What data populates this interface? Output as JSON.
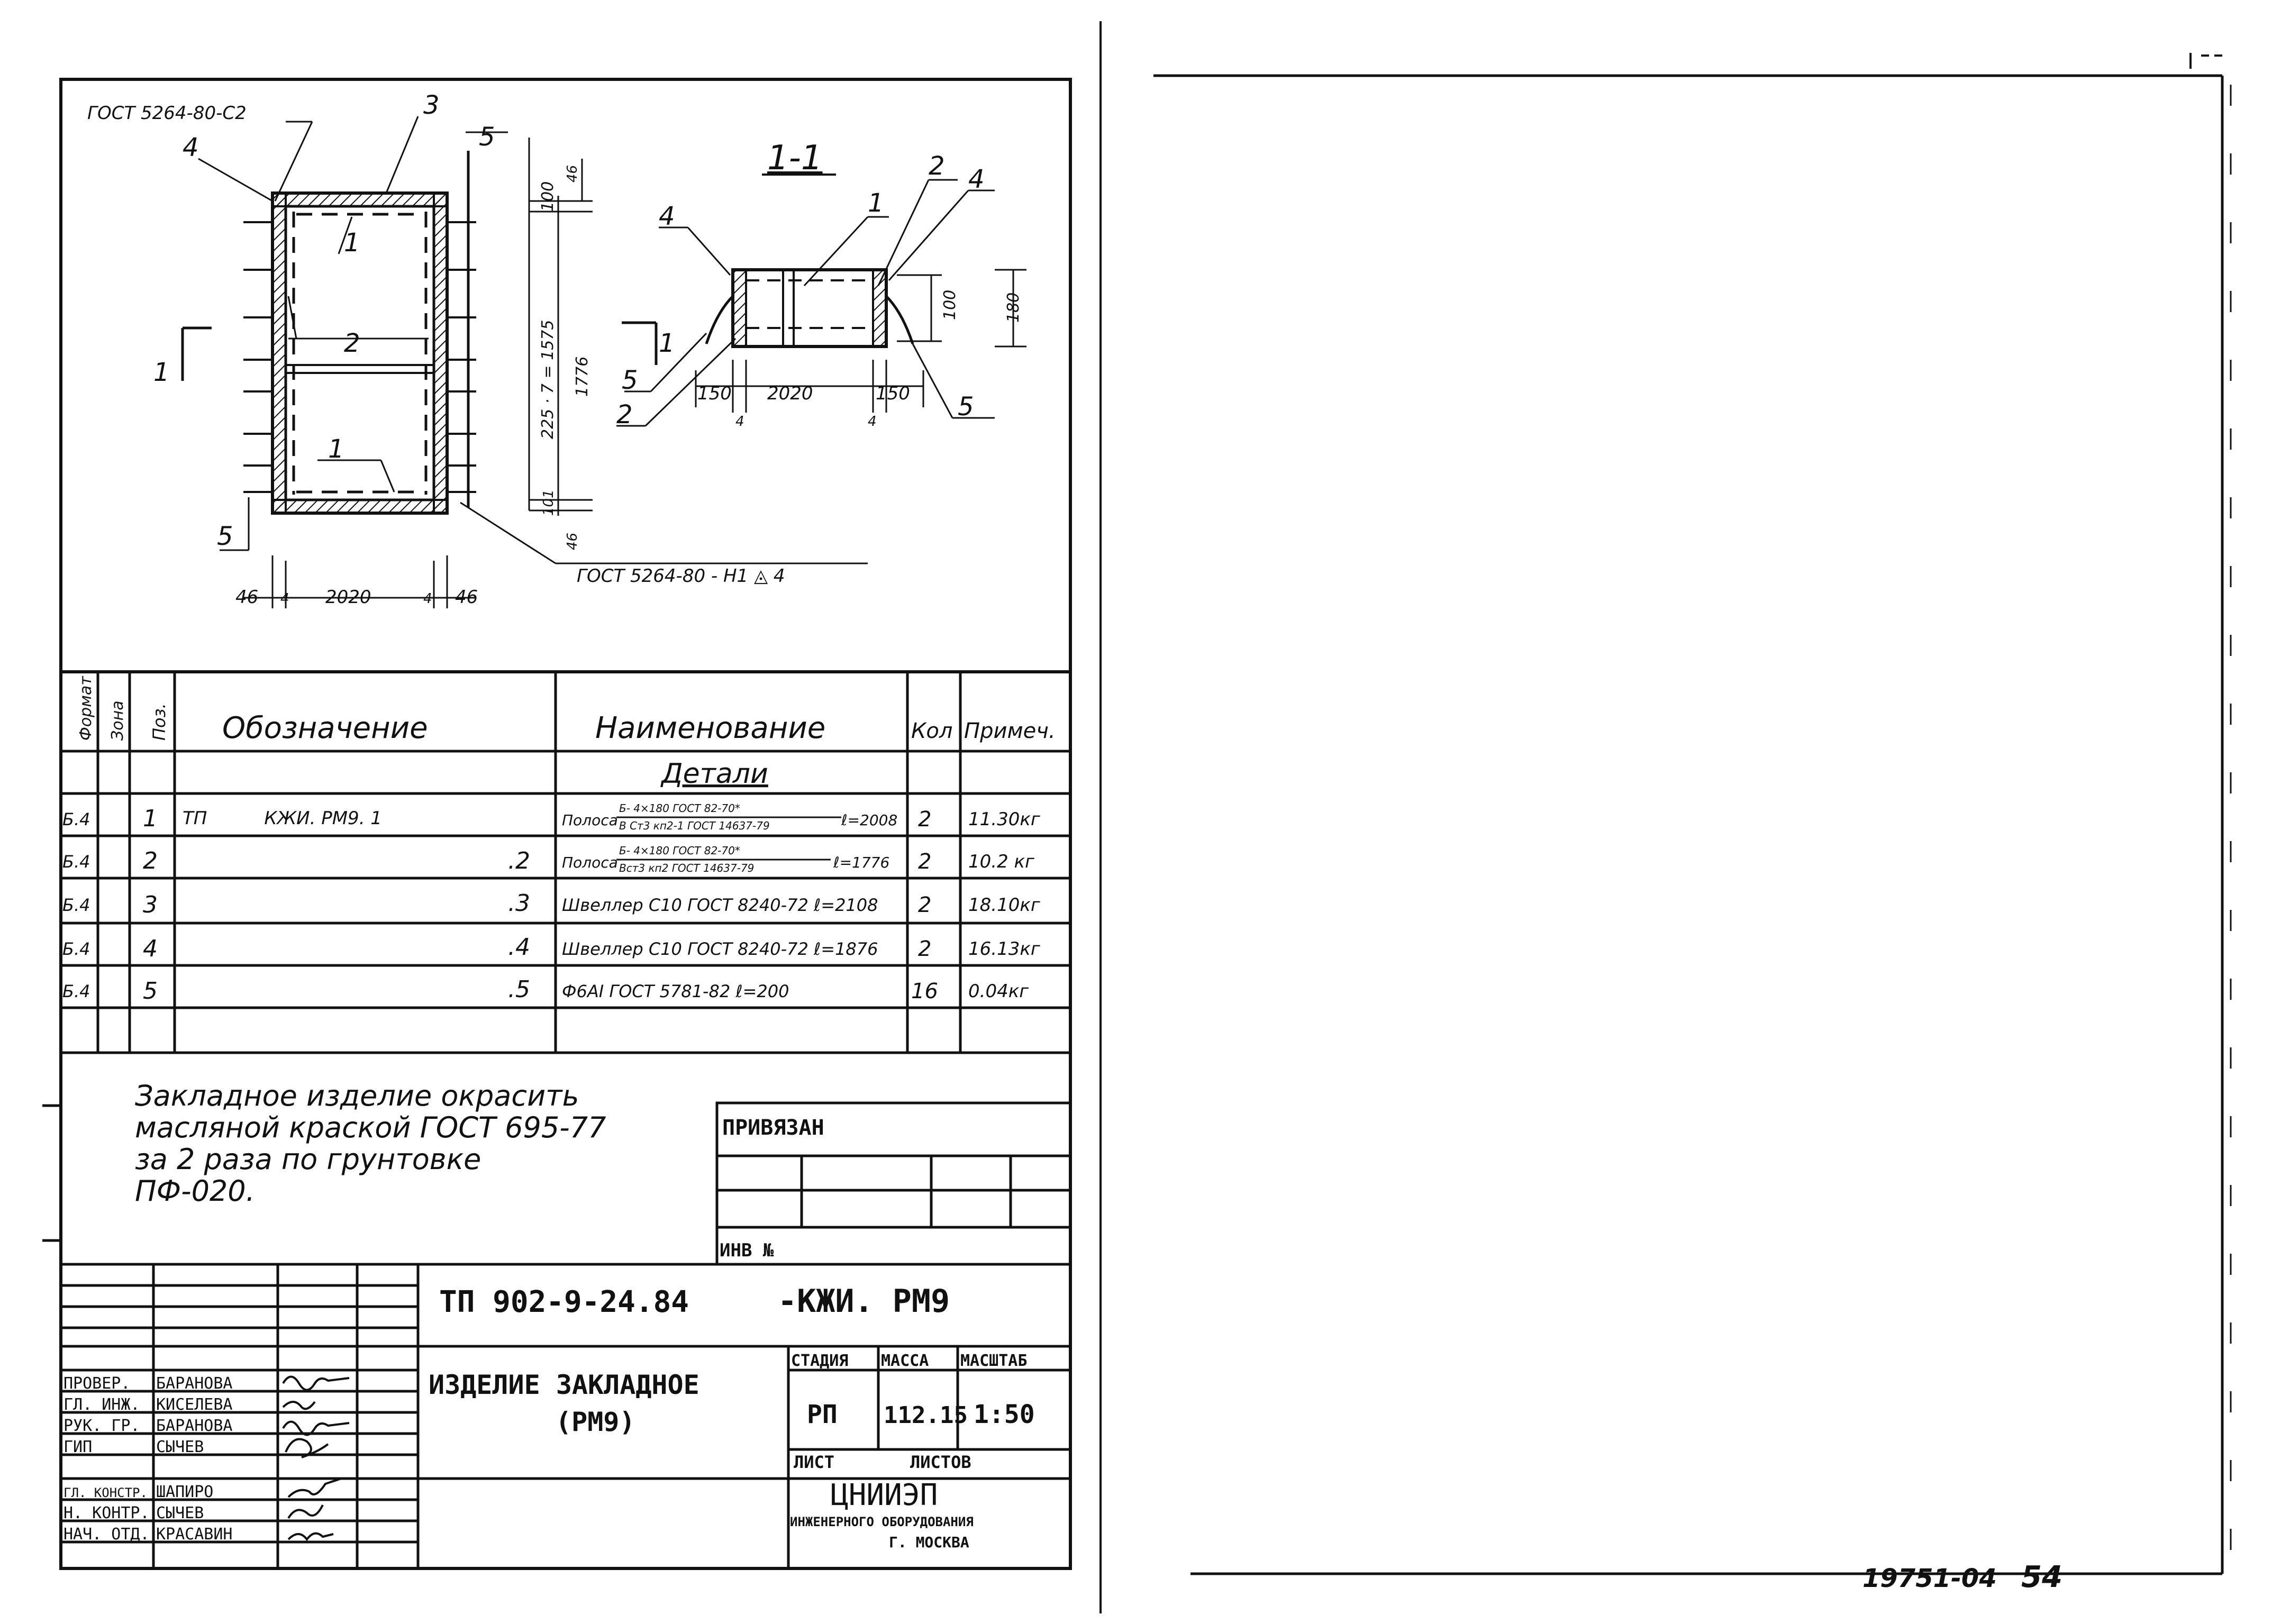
{
  "drawing": {
    "labels": {
      "gost_weld_c2": "ГОСТ 5264-80-С2",
      "gost_weld_n1": "ГОСТ 5264-80 - Н1 ◬ 4",
      "pos1": "1",
      "pos2": "2",
      "pos3": "3",
      "pos4": "4",
      "pos5": "5",
      "section_mark": "1",
      "section_title": "1-1"
    },
    "dims": {
      "d46": "46",
      "d4": "4",
      "d2020": "2020",
      "d100": "100",
      "d225": "225 · 7 = 1575",
      "d1776": "1776",
      "d101": "101",
      "d150": "150",
      "d180": "180"
    }
  },
  "spec": {
    "headers": {
      "format": "Формат",
      "zone": "Зона",
      "pos": "Поз.",
      "designation": "Обозначение",
      "name": "Наименование",
      "qty": "Кол",
      "note": "Примеч."
    },
    "section_title": "Детали",
    "rows": [
      {
        "format": "Б.4",
        "pos": "1",
        "designation": "ТП          КЖИ. РМ9. 1",
        "name_prefix": "Полоса",
        "name_num": "Б- 4×180 ГОСТ 82-70*",
        "name_den": "В Ст3 кп2-1 ГОСТ 14637-79",
        "name_suffix": "ℓ=2008",
        "qty": "2",
        "note": "11.30кг"
      },
      {
        "format": "Б.4",
        "pos": "2",
        "designation": ".2",
        "name_prefix": "Полоса",
        "name_num": "Б- 4×180 ГОСТ 82-70*",
        "name_den": "Вст3 кп2 ГОСТ 14637-79",
        "name_suffix": "ℓ=1776",
        "qty": "2",
        "note": "10.2 кг"
      },
      {
        "format": "Б.4",
        "pos": "3",
        "designation": ".3",
        "name": "Швеллер С10 ГОСТ 8240-72 ℓ=2108",
        "qty": "2",
        "note": "18.10кг"
      },
      {
        "format": "Б.4",
        "pos": "4",
        "designation": ".4",
        "name": "Швеллер С10 ГОСТ 8240-72 ℓ=1876",
        "qty": "2",
        "note": "16.13кг"
      },
      {
        "format": "Б.4",
        "pos": "5",
        "designation": ".5",
        "name": "Ф6АI ГОСТ 5781-82 ℓ=200",
        "qty": "16",
        "note": "0.04кг"
      }
    ]
  },
  "note_text": [
    "Закладное изделие окрасить",
    "масляной краской ГОСТ 695-77",
    "за 2 раза по грунтовке",
    "ПФ-020."
  ],
  "binding": {
    "title": "ПРИВЯЗАН",
    "inv": "ИНВ №"
  },
  "title_block": {
    "project_code": "ТП 902-9-24.84",
    "doc_code": "-КЖИ. РМ9",
    "title_line1": "ИЗДЕЛИЕ ЗАКЛАДНОЕ",
    "title_line2": "(РМ9)",
    "stage_label": "СТАДИЯ",
    "mass_label": "МАССА",
    "scale_label": "МАСШТАБ",
    "stage": "РП",
    "mass": "112.15",
    "scale": "1:50",
    "sheet_label": "ЛИСТ",
    "sheets_label": "ЛИСТОВ",
    "org_line1": "ЦНИИЭП",
    "org_line2": "ИНЖЕНЕРНОГО ОБОРУДОВАНИЯ",
    "org_line3": "Г. МОСКВА",
    "signatures": [
      {
        "role": "ПРОВЕР.",
        "name": "БАРАНОВА"
      },
      {
        "role": "ГЛ. ИНЖ.",
        "name": "КИСЕЛЕВА"
      },
      {
        "role": "РУК. ГР.",
        "name": "БАРАНОВА"
      },
      {
        "role": "ГИП",
        "name": "СЫЧЕВ"
      },
      {
        "role": "ГЛ. КОНСТР.",
        "name": "ШАПИРО"
      },
      {
        "role": "Н. КОНТР.",
        "name": "СЫЧЕВ"
      },
      {
        "role": "НАЧ. ОТД.",
        "name": "КРАСАВИН"
      }
    ]
  },
  "footer": {
    "archive": "19751-04",
    "page": "54"
  }
}
